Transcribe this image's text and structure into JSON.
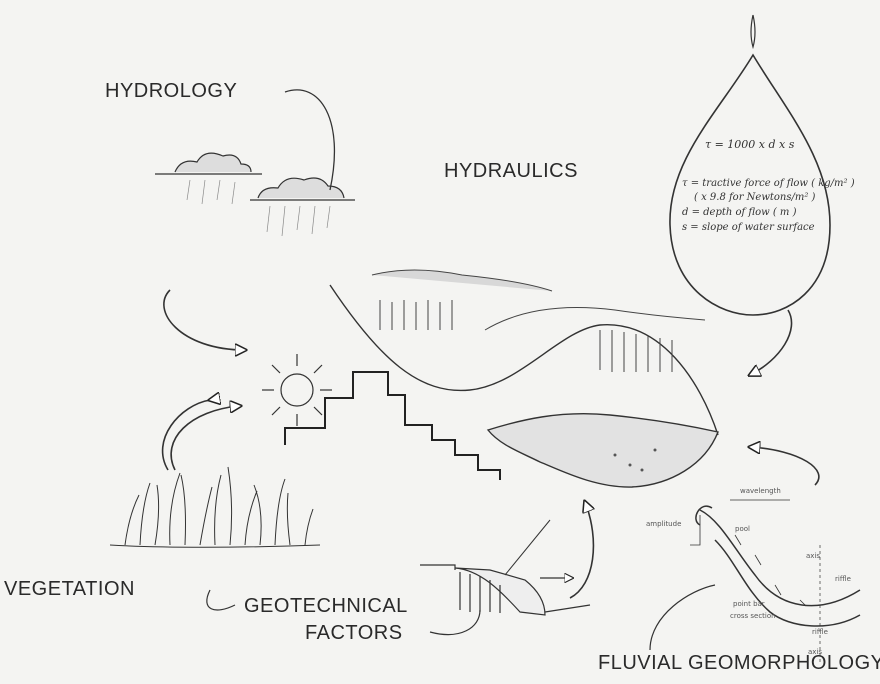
{
  "labels": {
    "hydrology": "HYDROLOGY",
    "hydraulics": "HYDRAULICS",
    "vegetation": "VEGETATION",
    "geotechnical_1": "GEOTECHNICAL",
    "geotechnical_2": "FACTORS",
    "fluvial": "FLUVIAL GEOMORPHOLOGY"
  },
  "formula": {
    "equation": "τ = 1000 x d x s",
    "tau_def": "τ = tractive force of flow ( kg/m² )",
    "tau_conv": "( x 9.8 for Newtons/m² )",
    "d_def": "d = depth of flow ( m )",
    "s_def": "s = slope of water surface"
  },
  "meander_notes": {
    "wavelength": "wavelength",
    "amplitude": "amplitude",
    "pool": "pool",
    "riffle": "riffle",
    "riffle_b": "riffle",
    "point_bar": "point bar",
    "cross_section": "cross section",
    "axis_top": "axis",
    "axis_bottom": "axis"
  }
}
